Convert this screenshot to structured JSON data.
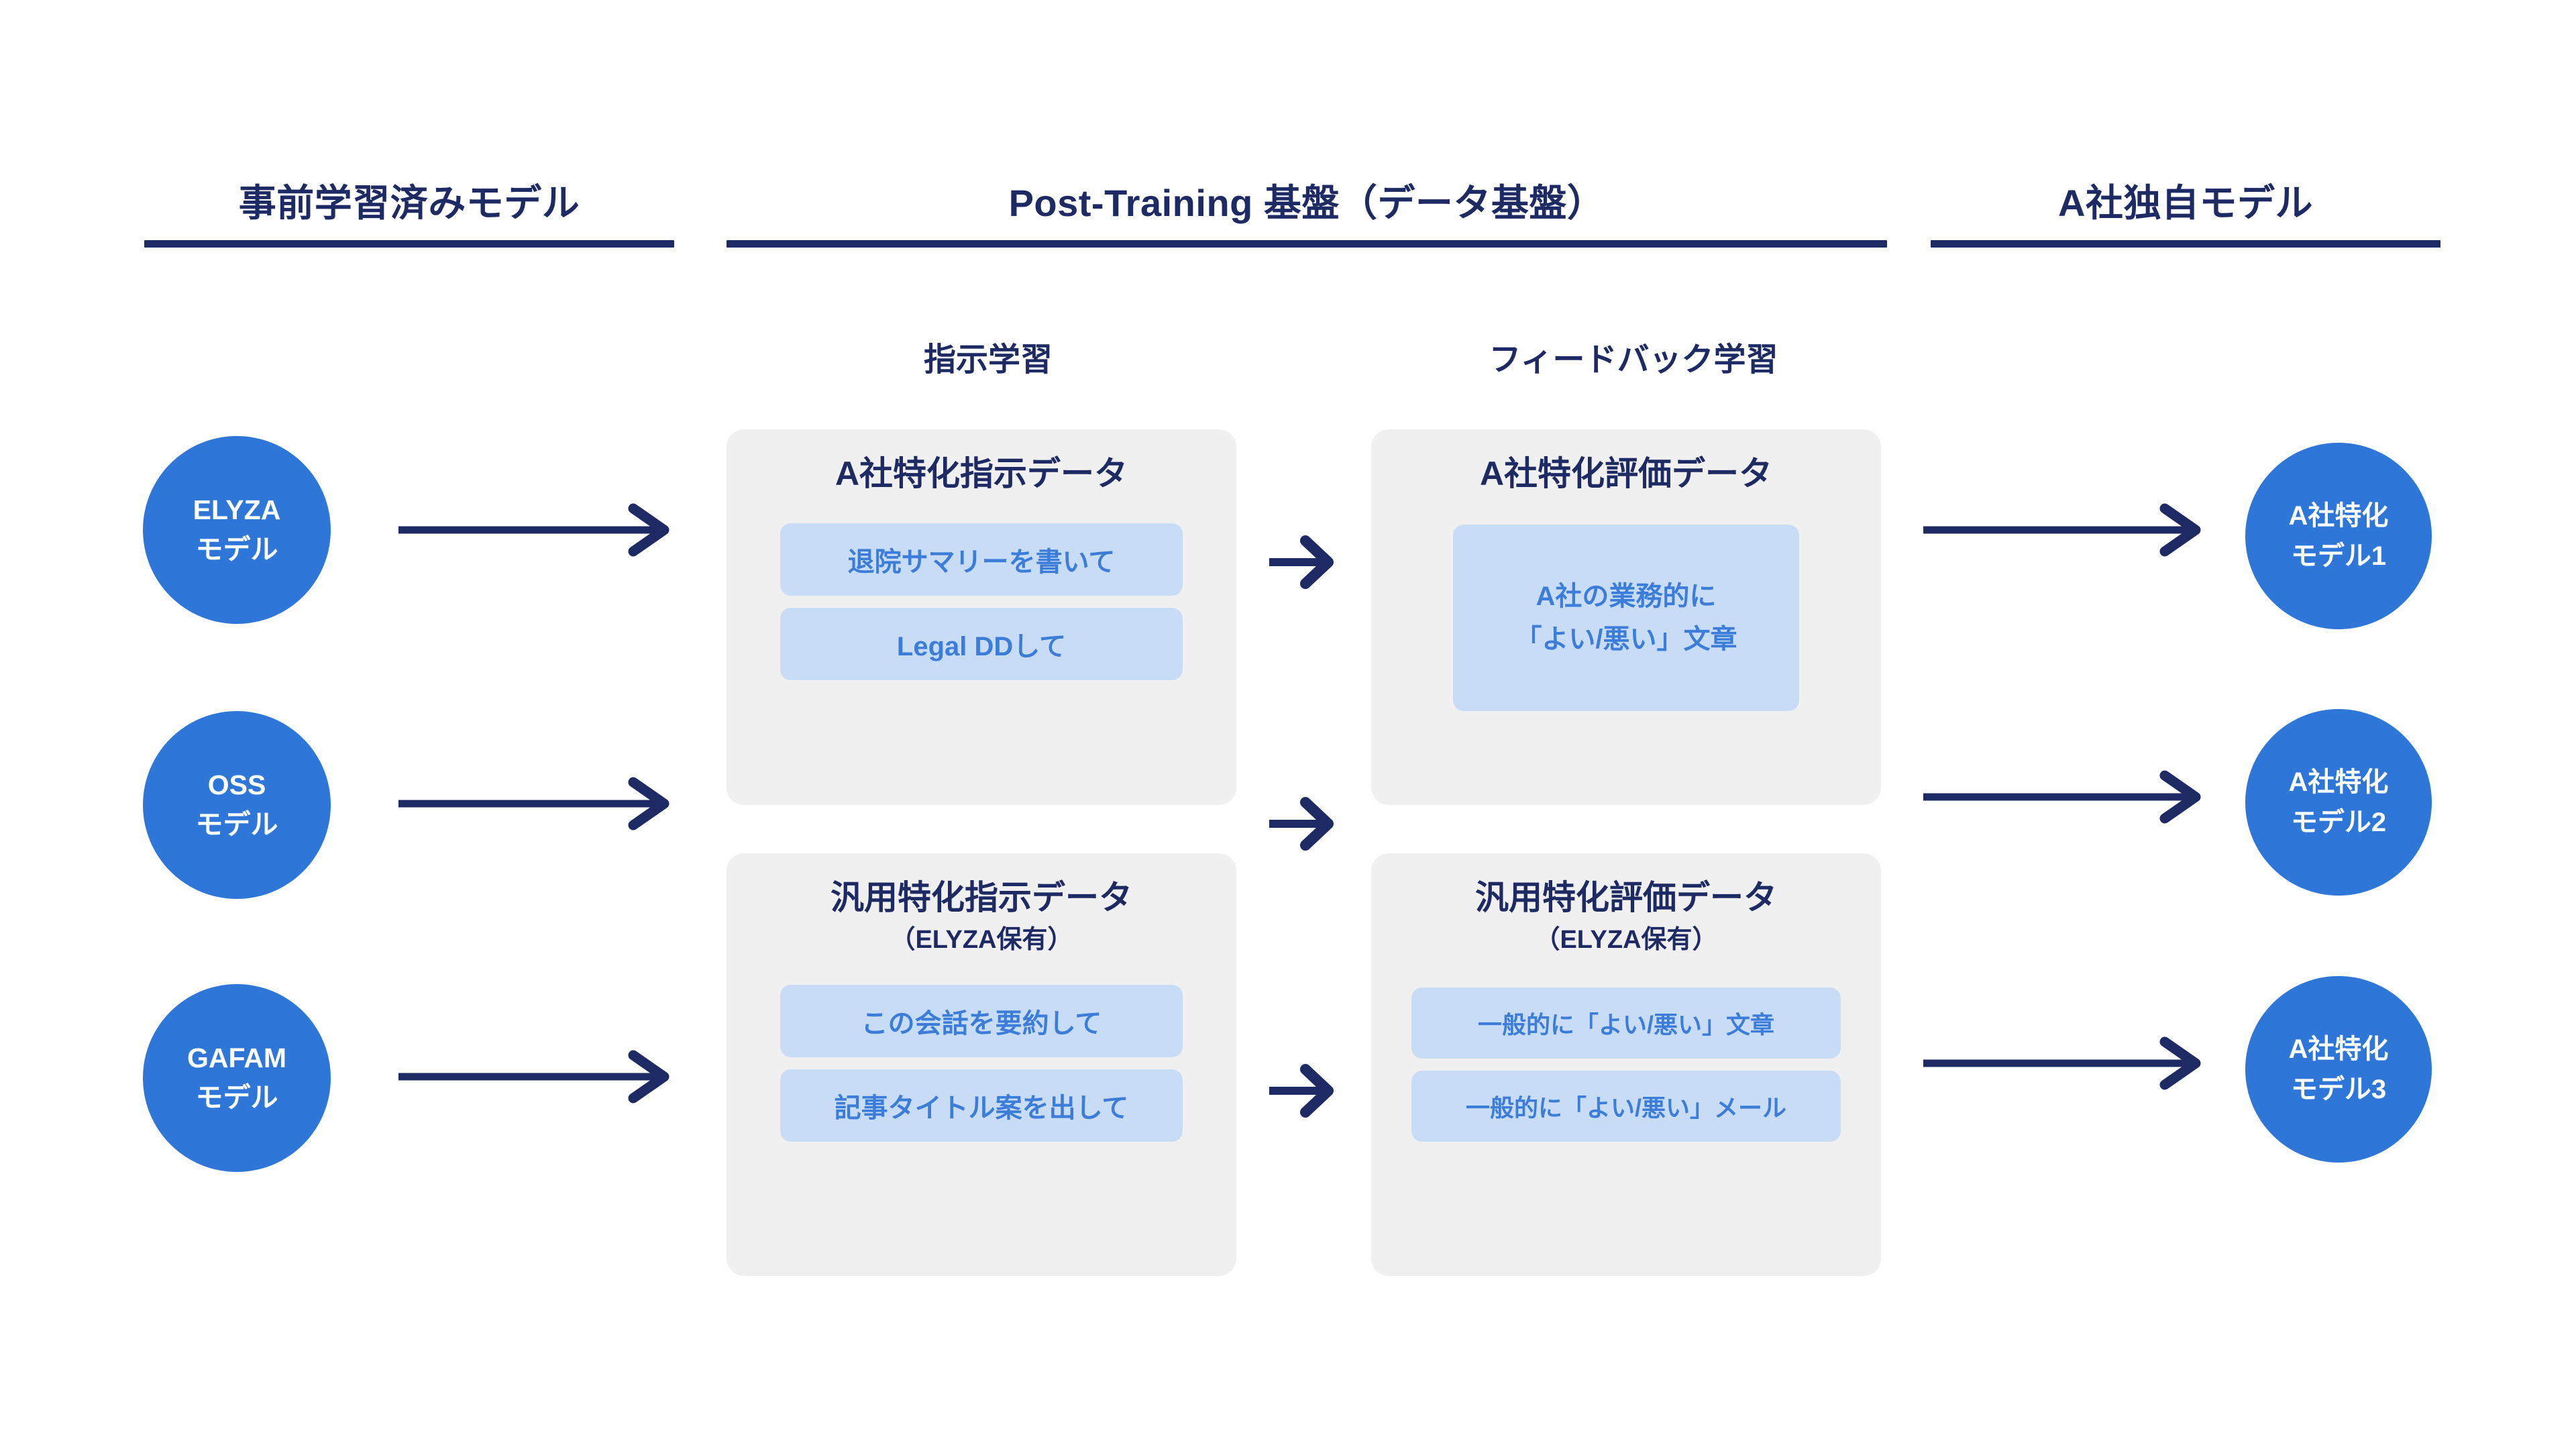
{
  "colors": {
    "navy": "#1e2a63",
    "circle_blue": "#2e77d9",
    "chip_bg": "#c9dcf6",
    "chip_text": "#3b7dd8",
    "card_bg": "#f0f0f0",
    "page_bg": "#ffffff"
  },
  "headers": {
    "pretrained": "事前学習済みモデル",
    "post_training": "Post-Training 基盤（データ基盤）",
    "custom_models": "A社独自モデル"
  },
  "subheaders": {
    "instruction_learning": "指示学習",
    "feedback_learning": "フィードバック学習"
  },
  "source_models": [
    {
      "line1": "ELYZA",
      "line2": "モデル"
    },
    {
      "line1": "OSS",
      "line2": "モデル"
    },
    {
      "line1": "GAFAM",
      "line2": "モデル"
    }
  ],
  "cards": {
    "a_instruction": {
      "title": "A社特化指示データ",
      "subtitle": "",
      "chips": [
        "退院サマリーを書いて",
        "Legal DDして"
      ]
    },
    "general_instruction": {
      "title": "汎用特化指示データ",
      "subtitle": "（ELYZA保有）",
      "chips": [
        "この会話を要約して",
        "記事タイトル案を出して"
      ]
    },
    "a_eval": {
      "title": "A社特化評価データ",
      "subtitle": "",
      "chips": [
        {
          "line1": "A社の業務的に",
          "line2": "「よい/悪い」文章"
        }
      ]
    },
    "general_eval": {
      "title": "汎用特化評価データ",
      "subtitle": "（ELYZA保有）",
      "chips": [
        "一般的に「よい/悪い」文章",
        "一般的に「よい/悪い」メール"
      ]
    }
  },
  "output_models": [
    {
      "line1": "A社特化",
      "line2": "モデル1"
    },
    {
      "line1": "A社特化",
      "line2": "モデル2"
    },
    {
      "line1": "A社特化",
      "line2": "モデル3"
    }
  ]
}
